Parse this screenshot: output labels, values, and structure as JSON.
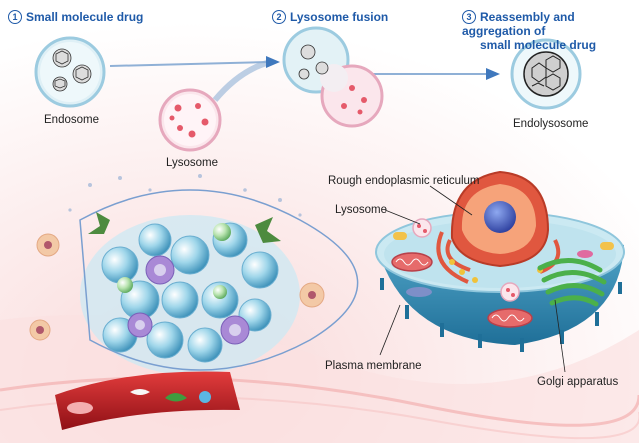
{
  "steps": [
    {
      "number": "1",
      "label": "Small molecule drug"
    },
    {
      "number": "2",
      "label": "Lysosome fusion"
    },
    {
      "number": "3",
      "label": "Reassembly and aggregation of",
      "label2": "small molecule drug"
    }
  ],
  "labels": {
    "endosome": "Endosome",
    "lysosome_top": "Lysosome",
    "endolysosome": "Endolysosome",
    "rough_er": "Rough endoplasmic reticulum",
    "lysosome_cell": "Lysosome",
    "plasma_membrane": "Plasma membrane",
    "golgi": "Golgi apparatus"
  },
  "colors": {
    "step_text": "#1f5aa8",
    "arrow": "#3f78bd",
    "endosome_fill": "#e8f4f8",
    "lysosome_fill": "#fbe6ec",
    "cell_cyto": "#bfe3ee",
    "nucleus": "#e0573f",
    "golgi": "#4bb04a",
    "vessel": "#c8262a"
  }
}
